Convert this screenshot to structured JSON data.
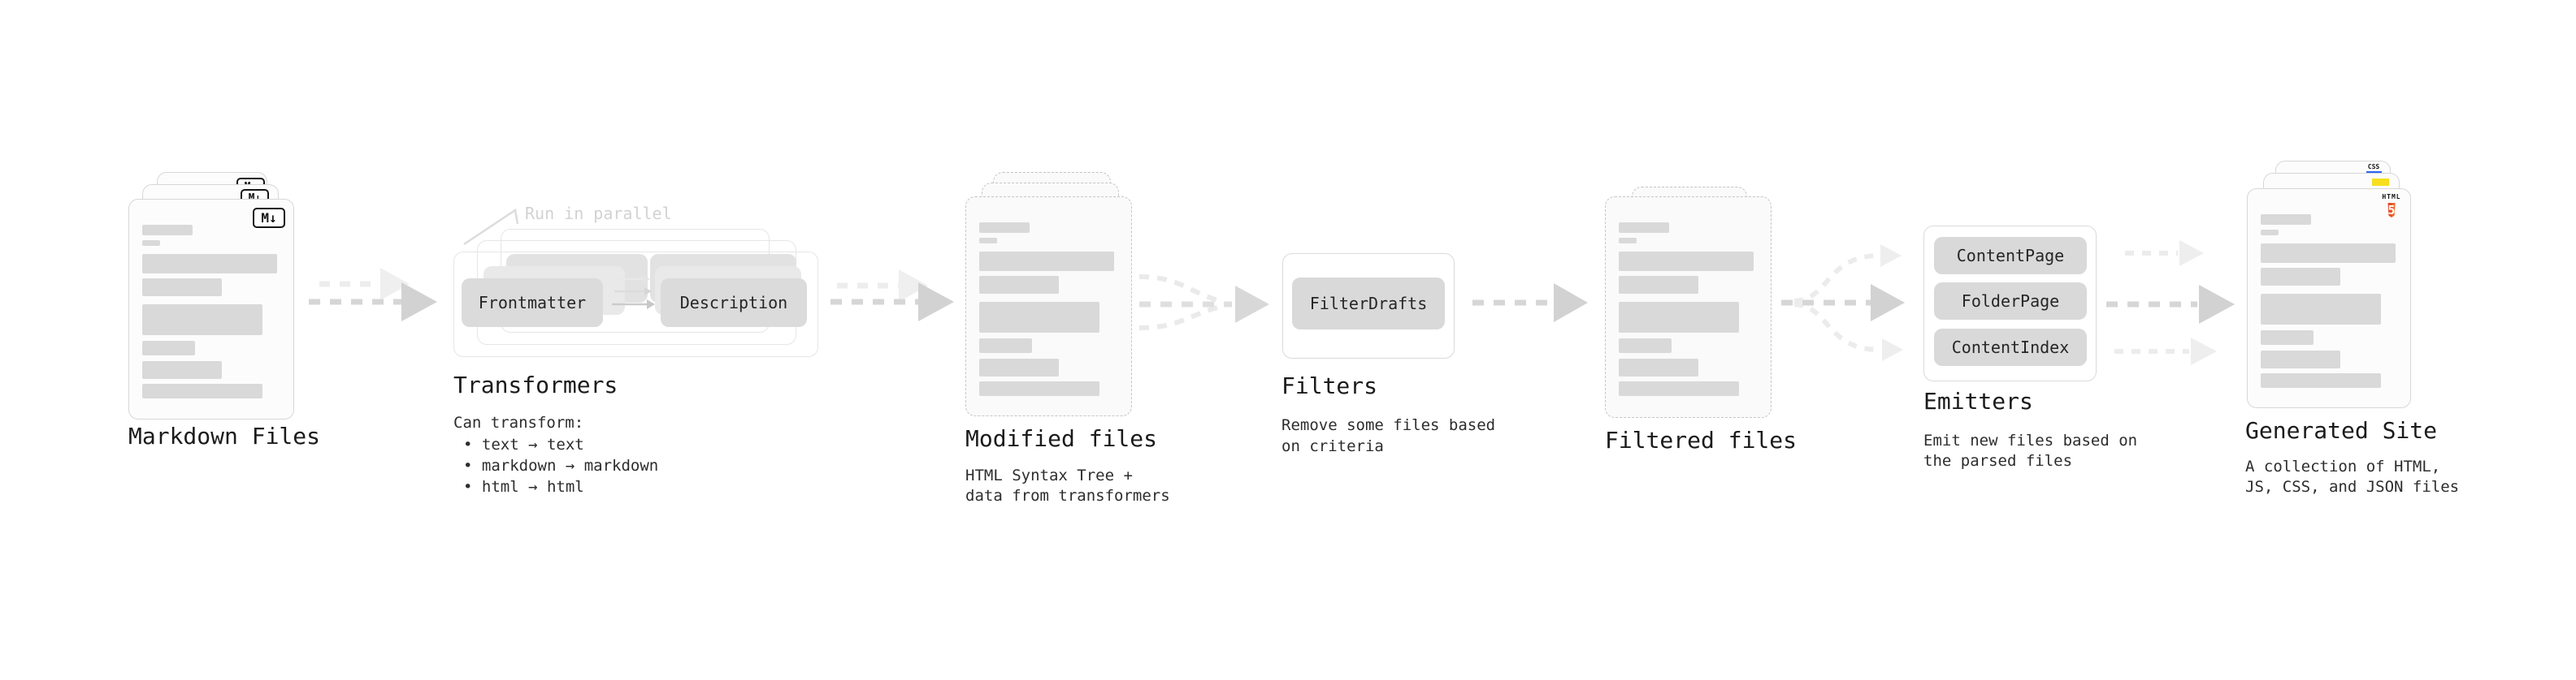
{
  "stages": {
    "markdown": {
      "label": "Markdown Files",
      "badge": "M↓"
    },
    "transformers": {
      "label": "Transformers",
      "parallel_note": "Run in parallel",
      "chips": [
        "Frontmatter",
        "Description"
      ],
      "desc_title": "Can transform:",
      "bullets": [
        "• text → text",
        "• markdown → markdown",
        "• html → html"
      ]
    },
    "modified": {
      "label": "Modified files",
      "desc": [
        "HTML Syntax Tree +",
        "data from transformers"
      ]
    },
    "filters": {
      "label": "Filters",
      "chip": "FilterDrafts",
      "desc": [
        "Remove some files based",
        "on criteria"
      ]
    },
    "filtered": {
      "label": "Filtered files"
    },
    "emitters": {
      "label": "Emitters",
      "chips": [
        "ContentPage",
        "FolderPage",
        "ContentIndex"
      ],
      "desc": [
        "Emit new files based on",
        "the parsed files"
      ]
    },
    "generated": {
      "label": "Generated Site",
      "desc": [
        "A collection of HTML,",
        "JS, CSS, and JSON files"
      ],
      "badges": {
        "css": "CSS",
        "html": "HTML",
        "html_ver": "5"
      }
    }
  },
  "colors": {
    "html_orange": "#e44d26",
    "html_orange_light": "#f16529",
    "js_yellow": "#f7df1e",
    "css_blue": "#2965f1",
    "bar_gray": "#d9d9d9"
  }
}
